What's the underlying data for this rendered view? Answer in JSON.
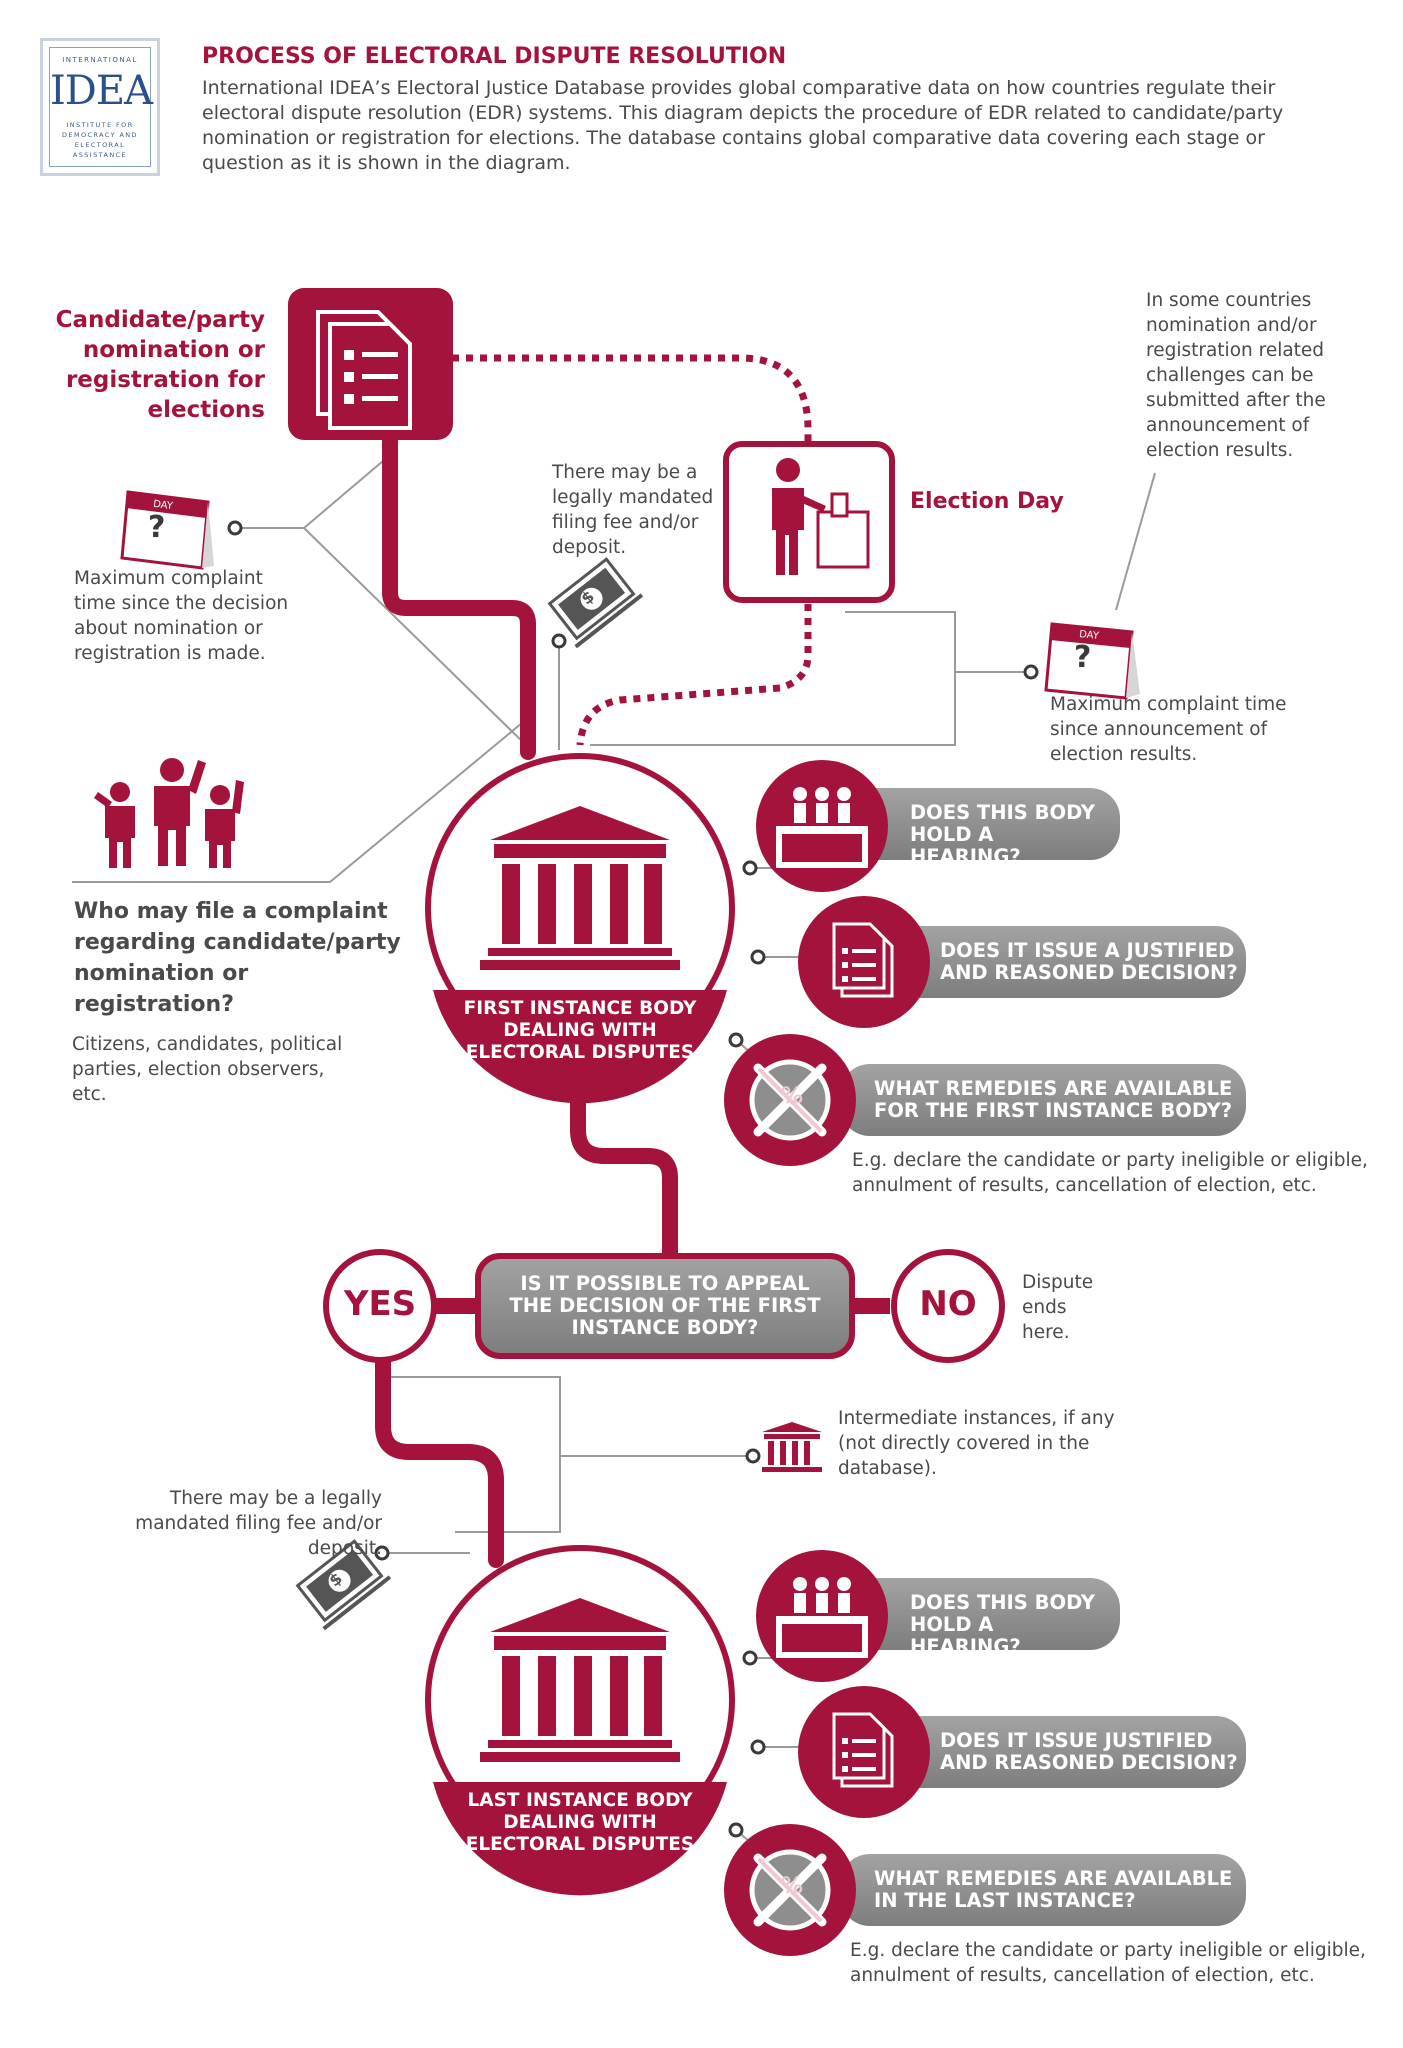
{
  "header": {
    "logo": {
      "top_text": "INTERNATIONAL",
      "main_text": "IDEA",
      "sub_text": "INSTITUTE FOR DEMOCRACY AND ELECTORAL ASSISTANCE"
    },
    "title": "PROCESS OF ELECTORAL DISPUTE RESOLUTION",
    "intro": "International IDEA’s Electoral Justice Database provides global comparative data on how countries regulate their electoral dispute resolution (EDR) systems. This diagram depicts the procedure of EDR related to candidate/party nomination or registration for elections. The database contains global comparative data covering each stage or question as it is shown in the diagram."
  },
  "nomination": {
    "title": "Candidate/party nomination or registration for elections"
  },
  "calendar_label": "DAY",
  "calendar_mark": "?",
  "complaint_time_decision": "Maximum complaint time since the decision about nomination or registration is made.",
  "filing_fee_first": "There may be a legally mandated filing fee and/or deposit.",
  "election_day": {
    "title": "Election Day"
  },
  "after_results_note": "In some countries nomination and/or registration related challenges can be submitted after the announcement of election results.",
  "complaint_time_results": "Maximum complaint time since announcement of election results.",
  "who_may_file": {
    "question": "Who may file a complaint regarding candidate/party nomination or registration?",
    "answer": "Citizens, candidates, political parties, election observers, etc."
  },
  "first_body": {
    "label": "FIRST INSTANCE BODY DEALING WITH ELECTORAL DISPUTES",
    "q_hearing": "DOES THIS BODY HOLD A HEARING?",
    "q_decision": "DOES IT ISSUE A JUSTIFIED AND REASONED DECISION?",
    "q_remedies": "WHAT REMEDIES ARE AVAILABLE FOR THE FIRST INSTANCE BODY?",
    "remedies_example": "E.g. declare the candidate or party ineligible or eligible, annulment of results, cancellation of election, etc."
  },
  "appeal": {
    "question": "IS IT POSSIBLE TO APPEAL THE DECISION OF THE FIRST INSTANCE BODY?",
    "yes": "YES",
    "no": "NO",
    "no_note": "Dispute ends here."
  },
  "intermediate_note": "Intermediate instances, if any (not directly covered in the database).",
  "filing_fee_last": "There may be a legally mandated filing fee and/or deposit.",
  "last_body": {
    "label": "LAST INSTANCE BODY DEALING WITH ELECTORAL DISPUTES",
    "q_hearing": "DOES THIS BODY HOLD A HEARING?",
    "q_decision": "DOES IT ISSUE JUSTIFIED AND REASONED DECISION?",
    "q_remedies": "WHAT REMEDIES ARE AVAILABLE IN THE LAST INSTANCE?",
    "remedies_example": "E.g. declare the candidate or party ineligible or eligible, annulment of results, cancellation of election, etc."
  },
  "money_symbol": "$",
  "remedies_symbol": "%",
  "colors": {
    "brand_red": "#a4133c",
    "pill_gray": "#8e8e8e",
    "line_gray": "#9a9a9a",
    "text_gray": "#4a4a4a"
  }
}
